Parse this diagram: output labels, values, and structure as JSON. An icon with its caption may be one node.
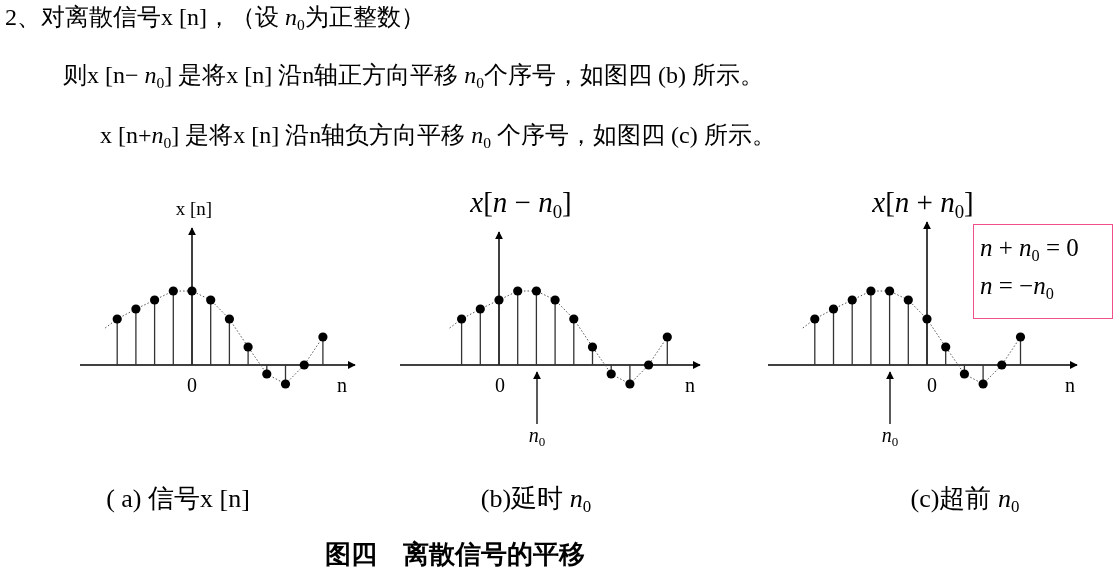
{
  "diagram": {
    "caption": "图四    离散信号的平移",
    "nodes": [
      {
        "text": [
          "*n*$_{0}$"
        ]
      },
      {
        "text": [
          "*n*$_{0}$"
        ]
      },
      {
        "text": [
          "*n* + *n*$_{0}$ = 0",
          "*n* = −*n*$_{0}$"
        ]
      }
    ],
    "edges": [
      {
        "from": 0,
        "to": null,
        "arrow": "to"
      },
      {
        "from": 1,
        "to": null,
        "arrow": "to"
      }
    ],
    "labels": [
      "2、对离散信号x [n]，（设 *n*$_{0}$为正整数）",
      "则x [n− *n*$_{0}$] 是将x [n] 沿n轴正方向平移 *n*$_{0}$个序号，如图四 (b) 所示。",
      "x [n+*n*$_{0}$] 是将x [n] 沿n轴负方向平移 *n*$_{0}$ 个序号，如图四 (c) 所示。",
      "x [n]",
      "0",
      "n",
      "*x*[*n* − *n*$_{0}$]",
      "0",
      "n",
      "*x*[*n* + *n*$_{0}$]",
      "0",
      "n",
      "( a) 信号x [n]",
      "(b)延时 *n*$_{0}$",
      "(c)超前 *n*$_{0}$"
    ]
  }
}
